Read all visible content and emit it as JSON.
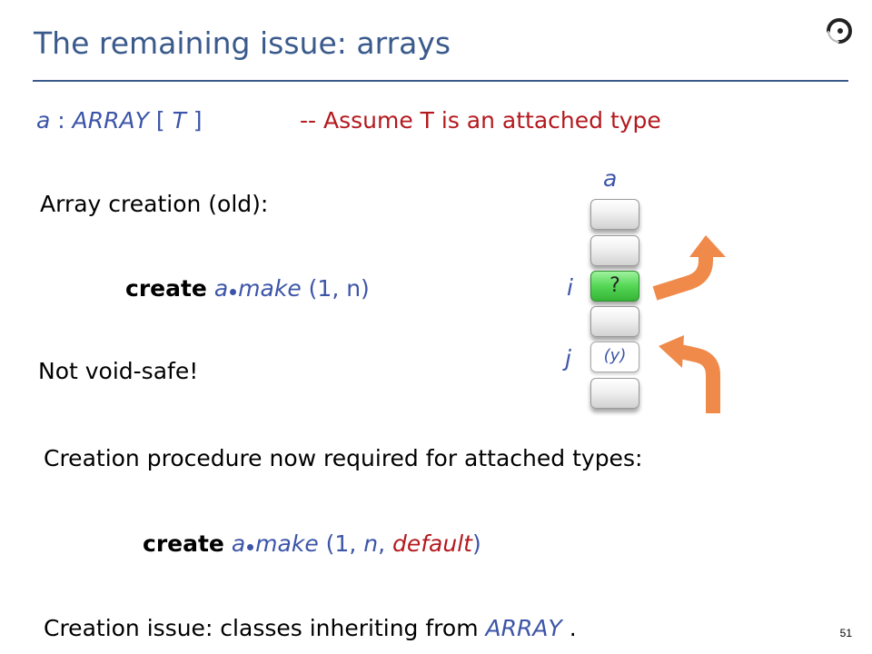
{
  "slide": {
    "title": "The remaining issue: arrays",
    "page_number": "51"
  },
  "declaration": {
    "var": "a",
    "colon": ":",
    "type_name": "ARRAY",
    "lbracket": "[",
    "type_param": "T",
    "rbracket": "]",
    "comment": "-- Assume T is an attached type"
  },
  "old": {
    "heading": "Array creation (old):",
    "keyword": "create",
    "target": "a",
    "feature": "make",
    "args": "(1, n)",
    "warning": "Not void-safe!"
  },
  "new": {
    "heading": "Creation procedure now required for attached types:",
    "keyword": "create",
    "target": "a",
    "feature": "make",
    "args_open": "(1, ",
    "arg_n": "n",
    "comma": ", ",
    "arg_default": "default",
    "args_close": ")"
  },
  "issue": {
    "text": "Creation issue: classes inheriting from",
    "class_name": "ARRAY",
    "period": "."
  },
  "diagram": {
    "array_label": "a",
    "index_i": "i",
    "index_j": "j",
    "unknown_cell": "?",
    "value_cell": "(y)",
    "arrow_color": "#f08a4b"
  }
}
